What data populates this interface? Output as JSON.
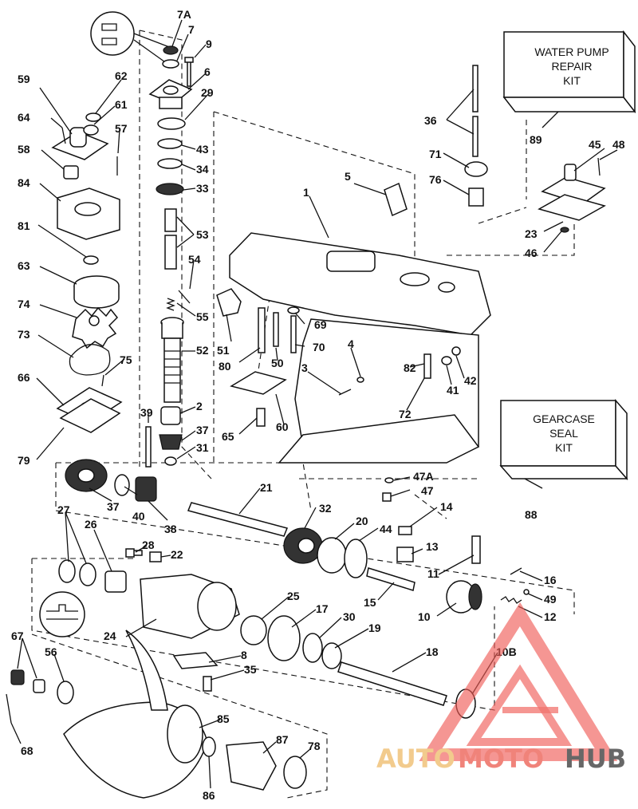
{
  "kits": {
    "water_pump": {
      "lines": [
        "WATER PUMP",
        "REPAIR",
        "KIT"
      ],
      "ref": "89"
    },
    "gearcase_seal": {
      "lines": [
        "GEARCASE",
        "SEAL",
        "KIT"
      ],
      "ref": "88"
    }
  },
  "watermark": {
    "part1": "AUTO",
    "part2": "MOTO",
    "part3": "HUB"
  },
  "labels": {
    "7A": "7A",
    "7": "7",
    "9": "9",
    "6": "6",
    "29": "29",
    "43": "43",
    "34": "34",
    "33": "33",
    "53": "53",
    "54": "54",
    "55": "55",
    "52": "52",
    "2": "2",
    "37a": "37",
    "31": "31",
    "39": "39",
    "59": "59",
    "62": "62",
    "64": "64",
    "61": "61",
    "57": "57",
    "58": "58",
    "84": "84",
    "81": "81",
    "63": "63",
    "74": "74",
    "73": "73",
    "75": "75",
    "66": "66",
    "79": "79",
    "37b": "37",
    "40": "40",
    "38": "38",
    "1": "1",
    "5": "5",
    "36": "36",
    "71": "71",
    "76": "76",
    "45": "45",
    "48": "48",
    "23": "23",
    "46": "46",
    "51": "51",
    "69": "69",
    "70": "70",
    "80": "80",
    "50": "50",
    "3": "3",
    "4": "4",
    "82": "82",
    "41": "41",
    "42": "42",
    "72": "72",
    "60": "60",
    "65": "65",
    "47A": "47A",
    "47": "47",
    "21": "21",
    "32": "32",
    "20": "20",
    "44": "44",
    "14": "14",
    "13": "13",
    "11": "11",
    "16": "16",
    "49": "49",
    "12": "12",
    "10": "10",
    "15": "15",
    "27": "27",
    "26": "26",
    "28": "28",
    "22": "22",
    "24": "24",
    "25": "25",
    "17": "17",
    "30": "30",
    "19": "19",
    "18": "18",
    "10B": "10B",
    "8": "8",
    "35": "35",
    "67": "67",
    "56": "56",
    "68": "68",
    "85": "85",
    "87": "87",
    "78": "78",
    "86": "86"
  }
}
